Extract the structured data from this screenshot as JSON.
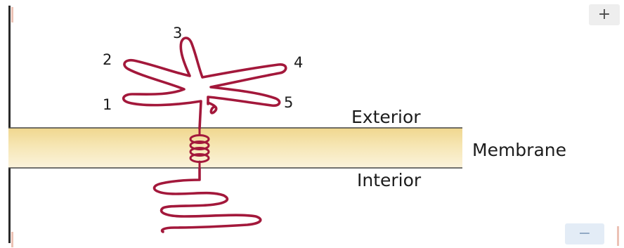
{
  "diagram": {
    "loop_labels": [
      "1",
      "2",
      "3",
      "4",
      "5"
    ],
    "exterior_label": "Exterior",
    "membrane_label": "Membrane",
    "interior_label": "Interior"
  },
  "controls": {
    "zoom_in_label": "+",
    "zoom_out_label": "−"
  },
  "colors": {
    "protein_chain": "#a3183b",
    "membrane_band": "#f3dc9c",
    "membrane_lines": "#444444",
    "left_rule": "#2a2a2a"
  }
}
